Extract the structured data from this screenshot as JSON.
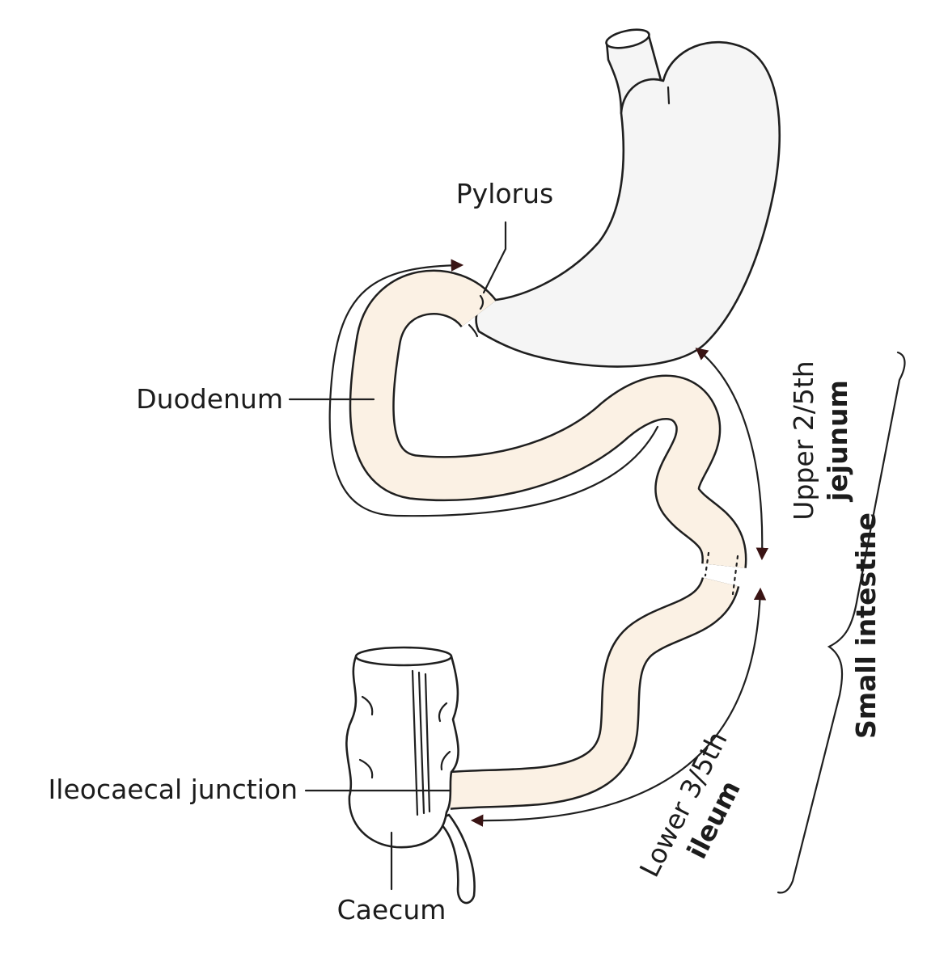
{
  "labels": {
    "pylorus": "Pylorus",
    "duodenum": "Duodenum",
    "ileocaecal_junction": "Ileocaecal junction",
    "caecum": "Caecum",
    "upper_fraction": "Upper 2/5th",
    "jejunum": "jejunum",
    "lower_fraction": "Lower 3/5th",
    "ileum": "ileum",
    "small_intestine": "Small intestine"
  },
  "colors": {
    "stomach_fill": "#f5f5f5",
    "intestine_fill": "#fbf1e4",
    "line": "#1f1f1f",
    "arrowhead": "#3a1414"
  }
}
